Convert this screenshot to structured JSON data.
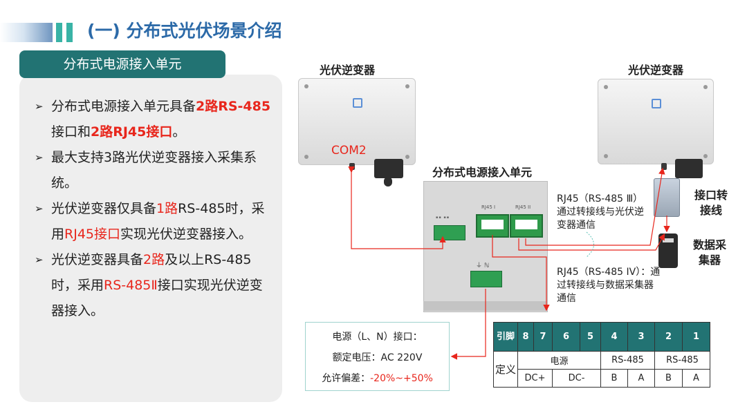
{
  "header": {
    "title": "(一) 分布式光伏场景介绍"
  },
  "left": {
    "section_tab": "分布式电源接入单元",
    "bullets": [
      {
        "a": "分布式电源接入单元具备",
        "b": "2路RS-485",
        "c": "接口和",
        "d": "2路RJ45接口",
        "e": "。"
      },
      {
        "a": "最大支持3路光伏逆变器接入采集系统。"
      },
      {
        "a": "光伏逆变器仅具备",
        "b": "1路",
        "c": "RS-485时，采用",
        "d": "RJ45接口",
        "e": "实现光伏逆变器接入。"
      },
      {
        "a": "光伏逆变器具备",
        "b": "2路",
        "c": "及以上RS-485时，采用",
        "d": "RS-485Ⅱ",
        "e": "接口实现光伏逆变器接入。"
      }
    ]
  },
  "diagram": {
    "inverter_left_label": "光伏逆变器",
    "inverter_right_label": "光伏逆变器",
    "com2_label": "COM2",
    "unit_label": "分布式电源接入单元",
    "port_rj45_1": "RJ45 I",
    "port_rj45_2": "RJ45 II",
    "note_rj45_3": "RJ45（RS-485 Ⅲ）通过转接线与光伏逆变器通信",
    "note_rj45_4": "RJ45（RS-485 IV）：通过转接线与数据采集器通信",
    "adapter_label": "接口转接线",
    "collector_label": "数据采集器",
    "power_box": {
      "line1": "电源（L、N）接口：",
      "line2": "额定电压：AC 220V",
      "line3_prefix": "允许偏差：",
      "line3_value": "-20%~+50%"
    },
    "pin_table": {
      "header_label": "引脚",
      "pins": [
        "8",
        "7",
        "6",
        "5",
        "4",
        "3",
        "2",
        "1"
      ],
      "def_label": "定义",
      "groups": [
        "电源",
        "RS-485",
        "RS-485"
      ],
      "signals": [
        "DC+",
        "DC-",
        "B",
        "A",
        "B",
        "A"
      ]
    }
  },
  "colors": {
    "accent_teal": "#227373",
    "title_blue": "#2c6aa8",
    "highlight_red": "#e8261c",
    "card_grey": "#eeeeee"
  }
}
